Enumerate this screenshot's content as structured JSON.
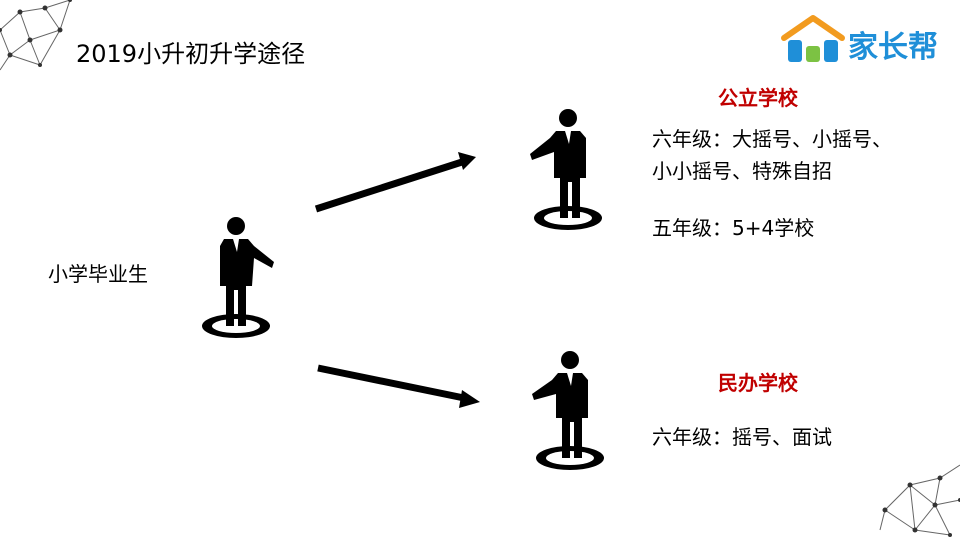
{
  "title": "2019小升初升学途径",
  "logo": {
    "text": "家长帮",
    "colors": {
      "blue": "#1f8fd8",
      "green": "#7cc243",
      "orange": "#f29b1f"
    }
  },
  "source": {
    "label": "小学毕业生"
  },
  "branches": [
    {
      "name": "公立学校",
      "lines": [
        "六年级：大摇号、小摇号、",
        "小小摇号、特殊自招"
      ],
      "extra": "五年级：5+4学校"
    },
    {
      "name": "民办学校",
      "lines": [
        "六年级：摇号、面试"
      ]
    }
  ],
  "colors": {
    "accent": "#c00000",
    "ink": "#000000"
  }
}
